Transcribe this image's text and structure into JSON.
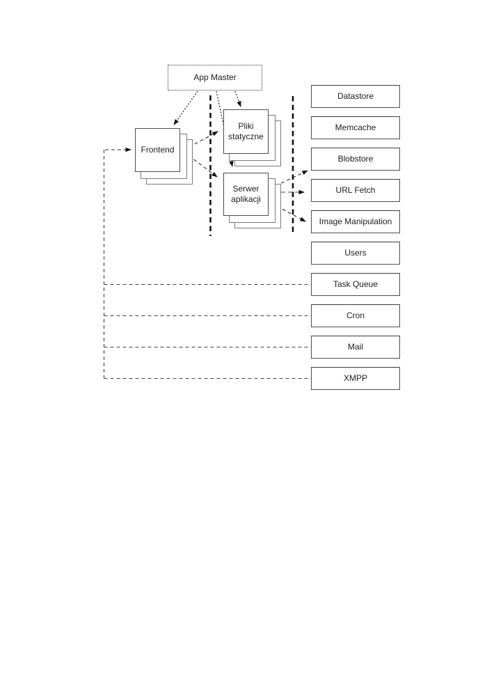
{
  "diagram": {
    "title_hint": "App Engine architecture diagram",
    "nodes": {
      "app_master": {
        "label": "App Master"
      },
      "frontend": {
        "label": "Frontend"
      },
      "static_files": {
        "label": "Pliki statyczne"
      },
      "app_server": {
        "label": "Serwer aplikacji"
      }
    },
    "services": {
      "items": [
        {
          "label": "Datastore"
        },
        {
          "label": "Memcache"
        },
        {
          "label": "Blobstore"
        },
        {
          "label": "URL Fetch"
        },
        {
          "label": "Image Manipulation"
        },
        {
          "label": "Users"
        },
        {
          "label": "Task Queue"
        },
        {
          "label": "Cron"
        },
        {
          "label": "Mail"
        },
        {
          "label": "XMPP"
        }
      ]
    },
    "colors": {
      "line": "#1f1f1f",
      "system_line": "#3f3f3f",
      "gray_line": "#9a9a9a",
      "divider": "#111111",
      "box_border": "#4d4d4d",
      "background": "#ffffff"
    }
  }
}
